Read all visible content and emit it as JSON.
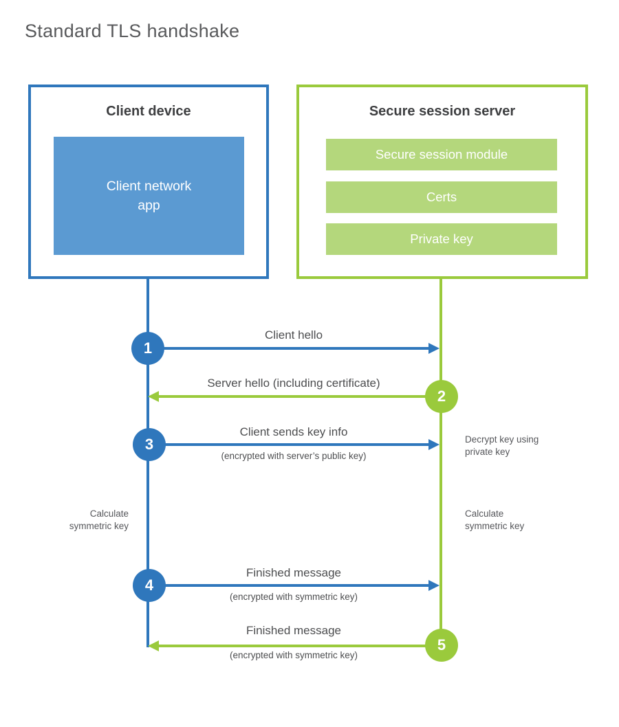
{
  "title": "Standard TLS handshake",
  "colors": {
    "blue": "#2f77bc",
    "blueFill": "#5b9ad2",
    "green": "#9aca3c",
    "greenFill": "#b4d77c"
  },
  "client": {
    "title": "Client device",
    "app_label": "Client network app"
  },
  "server": {
    "title": "Secure session server",
    "modules": [
      "Secure session module",
      "Certs",
      "Private key"
    ]
  },
  "steps": [
    {
      "num": "1",
      "label": "Client hello",
      "sublabel": "",
      "direction": "right",
      "from": "client",
      "to": "server"
    },
    {
      "num": "2",
      "label": "Server hello (including certificate)",
      "sublabel": "",
      "direction": "left",
      "from": "server",
      "to": "client"
    },
    {
      "num": "3",
      "label": "Client sends key info",
      "sublabel": "(encrypted with server’s public key)",
      "direction": "right",
      "from": "client",
      "to": "server"
    },
    {
      "num": "4",
      "label": "Finished message",
      "sublabel": "(encrypted with symmetric key)",
      "direction": "right",
      "from": "client",
      "to": "server"
    },
    {
      "num": "5",
      "label": "Finished message",
      "sublabel": "(encrypted with symmetric key)",
      "direction": "left",
      "from": "server",
      "to": "client"
    }
  ],
  "annotations": {
    "decrypt_key": "Decrypt key using private key",
    "calc_left": "Calculate symmetric key",
    "calc_right": "Calculate symmetric key"
  }
}
